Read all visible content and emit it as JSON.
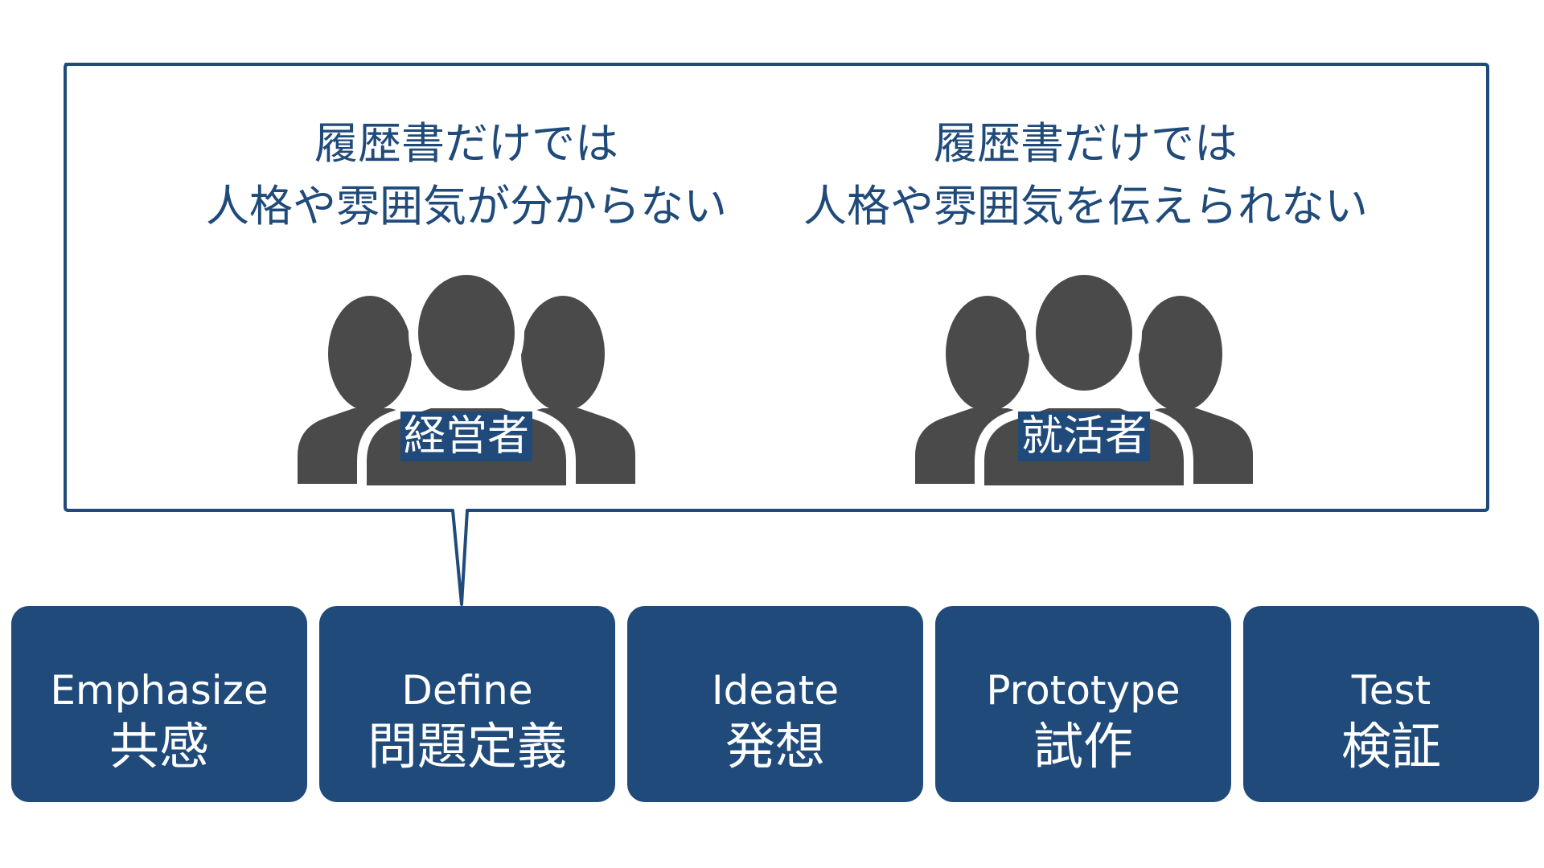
{
  "problems": [
    {
      "line1": "履歴書だけでは",
      "line2": "人格や雰囲気が分からない"
    },
    {
      "line1": "履歴書だけでは",
      "line2": "人格や雰囲気を伝えられない"
    }
  ],
  "personas": [
    {
      "label": "経営者",
      "icon": "people-group-icon"
    },
    {
      "label": "就活者",
      "icon": "people-group-icon"
    }
  ],
  "steps": [
    {
      "en": "Emphasize",
      "ja": "共感"
    },
    {
      "en": "Define",
      "ja": "問題定義"
    },
    {
      "en": "Ideate",
      "ja": "発想"
    },
    {
      "en": "Prototype",
      "ja": "試作"
    },
    {
      "en": "Test",
      "ja": "検証"
    }
  ],
  "colors": {
    "accent": "#1f4a7a",
    "icon": "#4a4a4a",
    "background": "#ffffff"
  }
}
